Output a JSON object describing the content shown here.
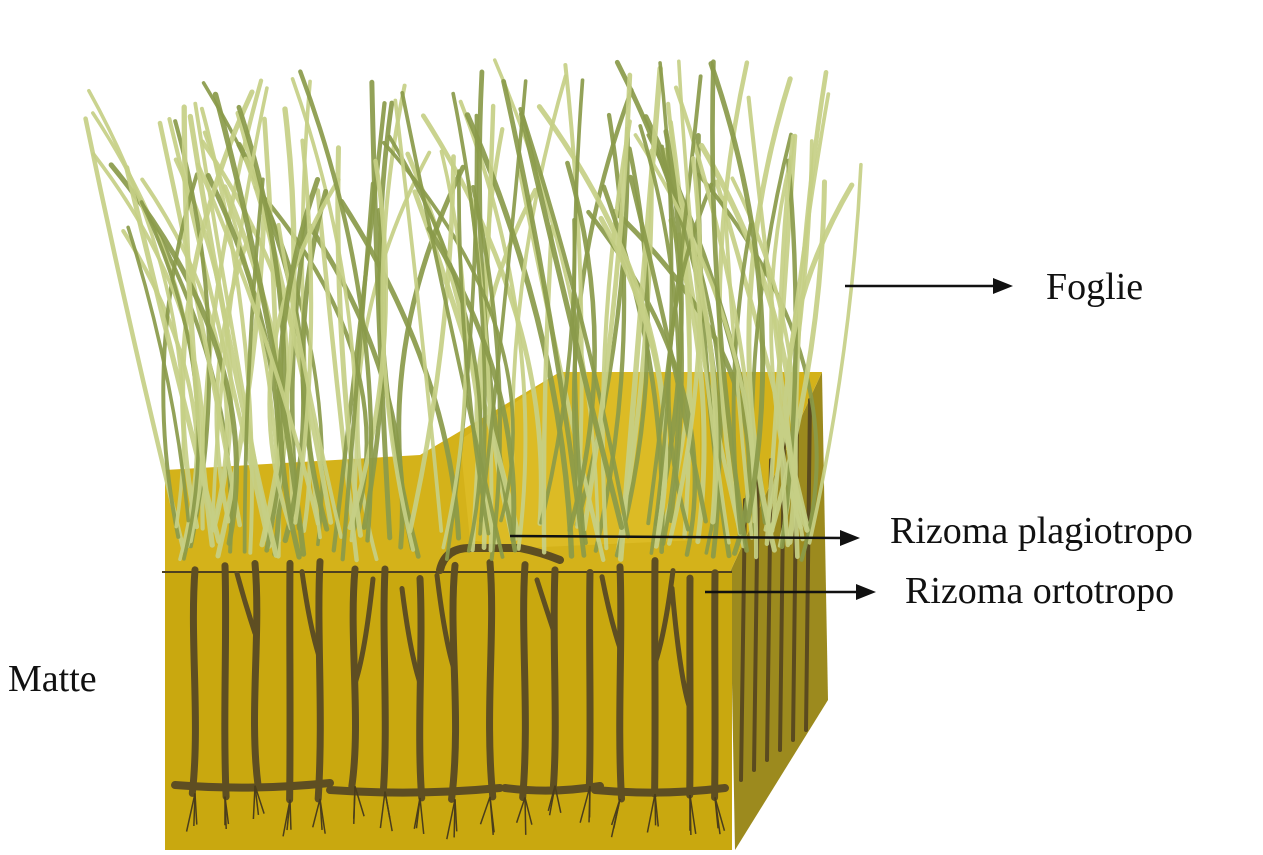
{
  "labels": {
    "foglie": "Foglie",
    "rizoma_plagiotropo": "Rizoma plagiotropo",
    "rizoma_ortotropo": "Rizoma ortotropo",
    "matte": "Matte"
  },
  "colors": {
    "sediment_front": "#c9a80f",
    "sediment_top": "#d4b21a",
    "sediment_side": "#9c8a1e",
    "rhizome": "#5e4e22",
    "leaf": "#8a9a4a",
    "leaf_light": "#c6cf85",
    "arrow": "#111111"
  },
  "icons": {
    "illustration": "seagrass-meadow-cross-section"
  }
}
